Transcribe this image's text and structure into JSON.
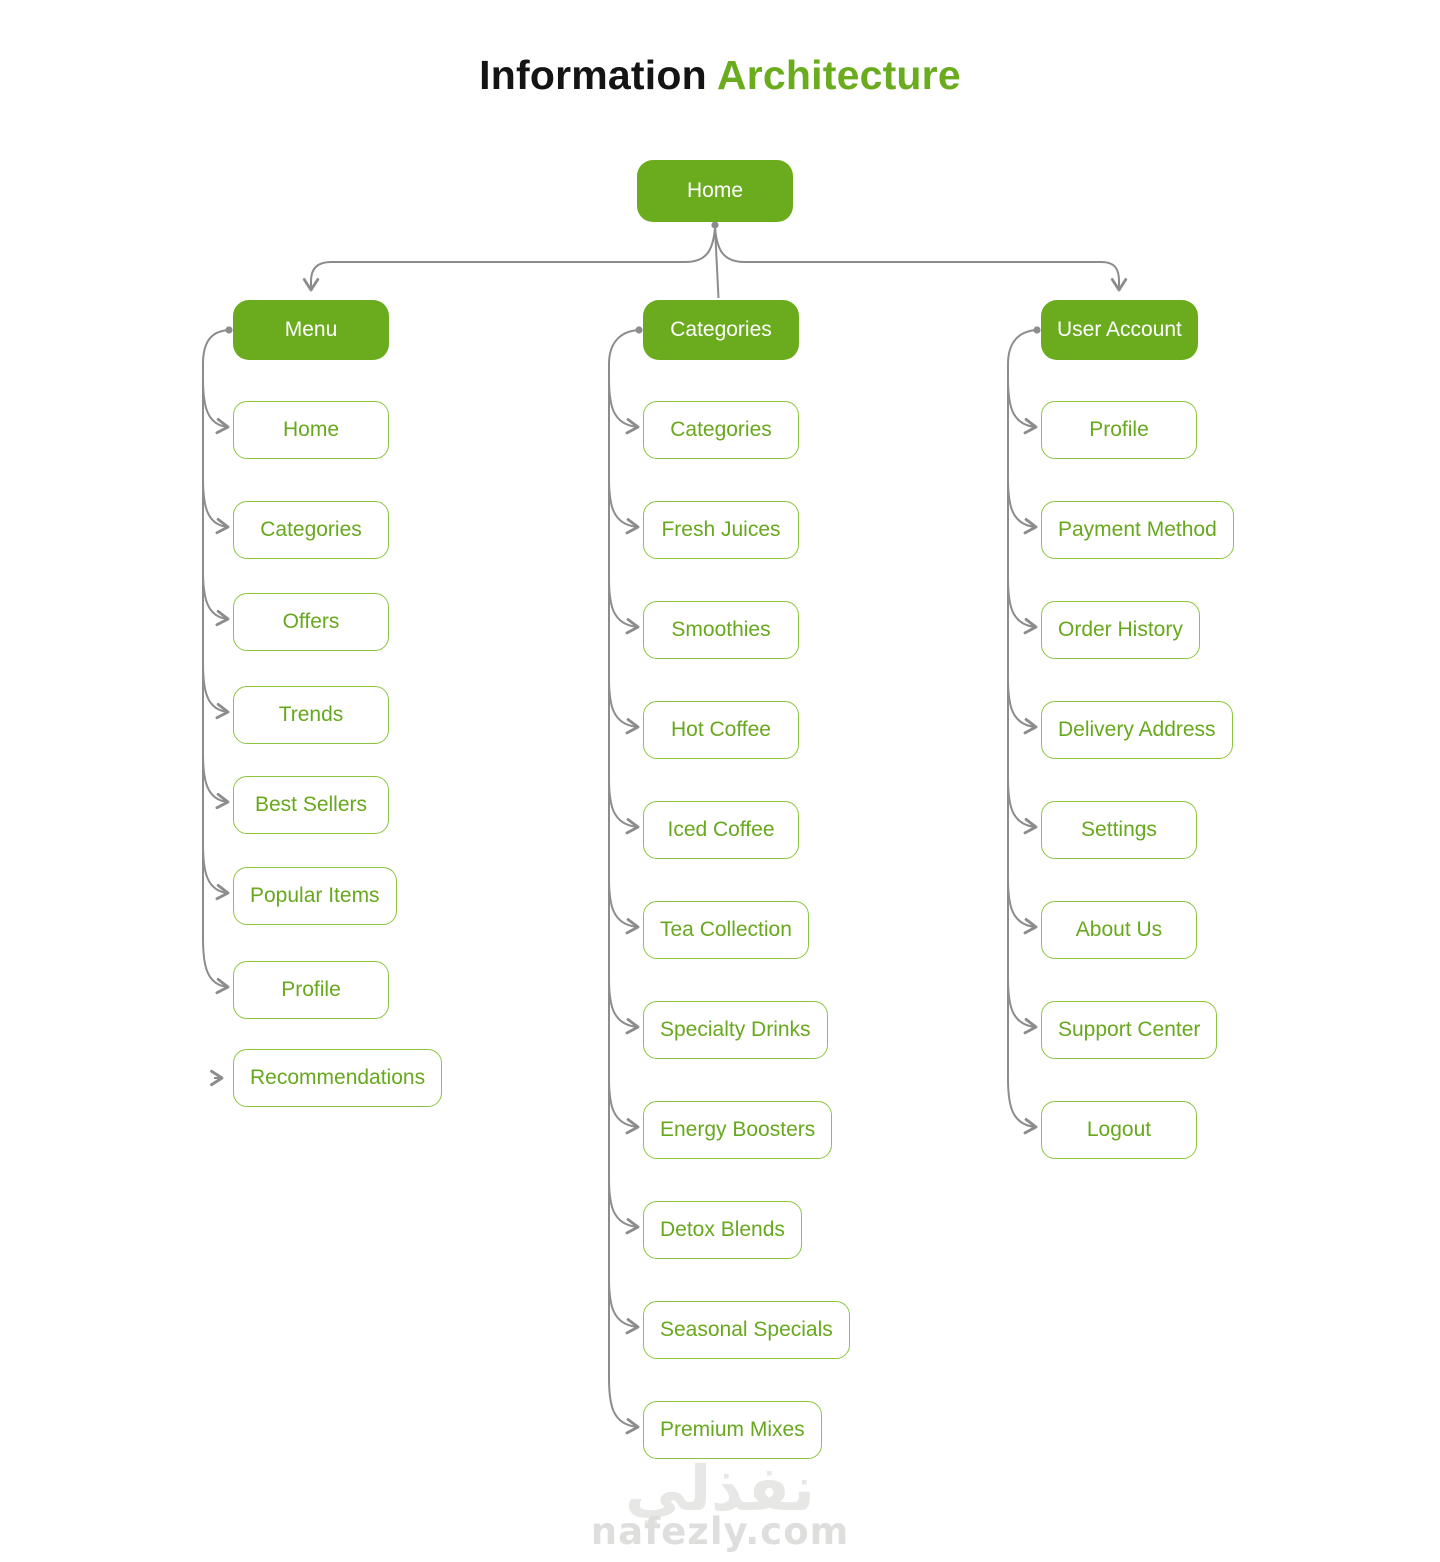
{
  "title": {
    "black": "Information",
    "green": "Architecture"
  },
  "root": {
    "label": "Home"
  },
  "columns": [
    {
      "parent": "Menu",
      "items": [
        "Home",
        "Categories",
        "Offers",
        "Trends",
        "Best Sellers",
        "Popular Items",
        "Profile",
        "Recommendations"
      ]
    },
    {
      "parent": "Categories",
      "items": [
        "Categories",
        "Fresh Juices",
        "Smoothies",
        "Hot Coffee",
        "Iced Coffee",
        "Tea Collection",
        "Specialty Drinks",
        "Energy Boosters",
        "Detox Blends",
        "Seasonal Specials",
        "Premium Mixes"
      ]
    },
    {
      "parent": "User Account",
      "items": [
        "Profile",
        "Payment Method",
        "Order History",
        "Delivery Address",
        "Settings",
        "About Us",
        "Support Center",
        "Logout"
      ]
    }
  ],
  "watermark": {
    "arabic": "نفذلي",
    "domain": "nafezly.com"
  },
  "colors": {
    "green_fill": "#6bac1f",
    "green_border": "#8cc63f",
    "green_text": "#67a81d",
    "line_gray": "#8c8c8c",
    "title_black": "#141414",
    "watermark_gray": "#e7e7e5",
    "watermark_gray2": "#dededc"
  }
}
